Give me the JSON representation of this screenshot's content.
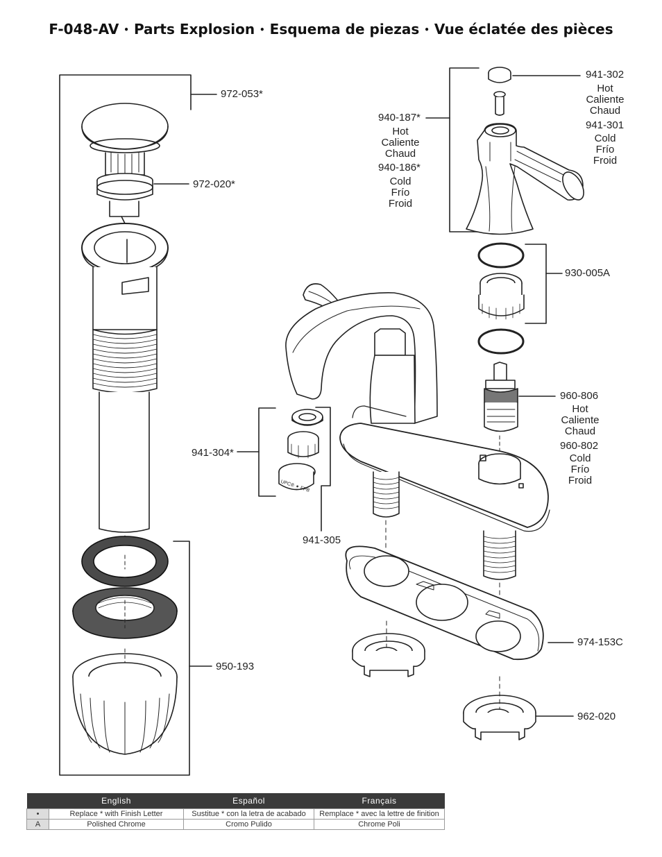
{
  "title": {
    "model": "F-048-AV",
    "sep": "•",
    "en": "Parts Explosion",
    "es": "Esquema de piezas",
    "fr": "Vue éclatée des pièces"
  },
  "parts": {
    "p972_053": "972-053*",
    "p972_020": "972-020*",
    "p950_193": "950-193",
    "p941_304": "941-304*",
    "p941_305": "941-305",
    "p941_302": "941-302",
    "p941_301": "941-301",
    "p940_187": "940-187*",
    "p940_186": "940-186*",
    "p930_005A": "930-005A",
    "p960_806": "960-806",
    "p960_802": "960-802",
    "p974_153C": "974-153C",
    "p962_020": "962-020"
  },
  "words": {
    "hot": [
      "Hot",
      "Caliente",
      "Chaud"
    ],
    "cold": [
      "Cold",
      "Frío",
      "Froid"
    ]
  },
  "aerator_text": "UPC® ✦ FPB",
  "legend": {
    "headers": [
      "English",
      "Español",
      "Français"
    ],
    "rows": [
      {
        "key": "•",
        "cells": [
          "Replace * with Finish Letter",
          "Sustitue * con la letra de acabado",
          "Remplace * avec la lettre de finition"
        ]
      },
      {
        "key": "A",
        "cells": [
          "Polished Chrome",
          "Cromo Pulido",
          "Chrome Poli"
        ]
      }
    ]
  }
}
